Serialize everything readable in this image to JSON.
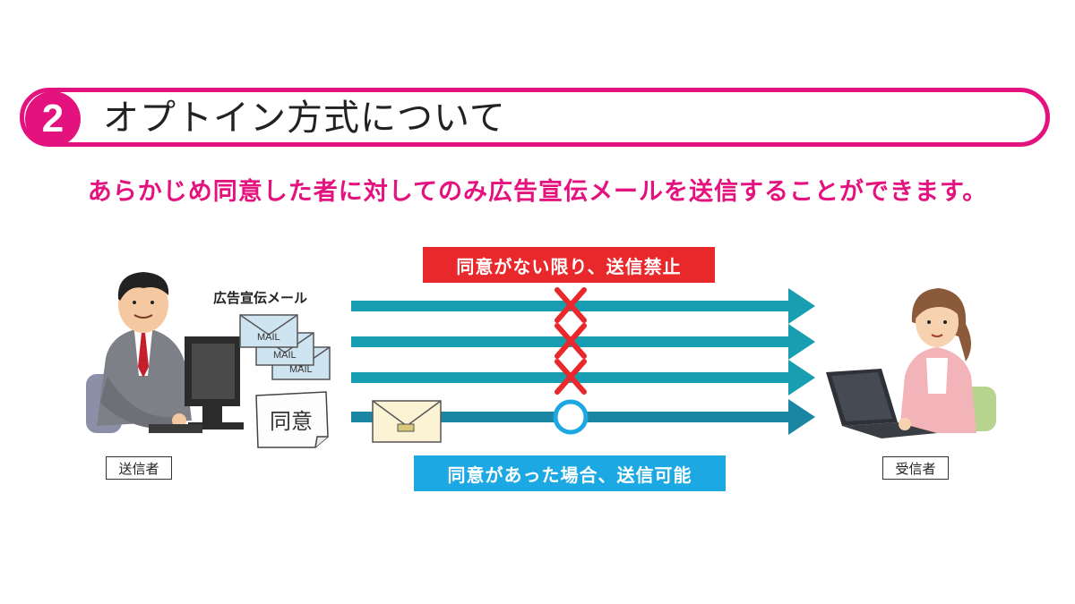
{
  "title": {
    "number": "2",
    "text": "オプトイン方式について"
  },
  "subtitle": "あらかじめ同意した者に対してのみ広告宣伝メールを送信することができます。",
  "sender": {
    "label": "送信者",
    "ad_mail_label": "広告宣伝メール",
    "envelope_text": "MAIL",
    "consent_note": "同意"
  },
  "receiver": {
    "label": "受信者"
  },
  "forbidden_tag": "同意がない限り、送信禁止",
  "allowed_tag": "同意があった場合、送信可能",
  "colors": {
    "accent": "#e4127e",
    "arrow_teal": "#179fb1",
    "forbid_red": "#e8282b",
    "allow_blue": "#1ba8e3"
  }
}
